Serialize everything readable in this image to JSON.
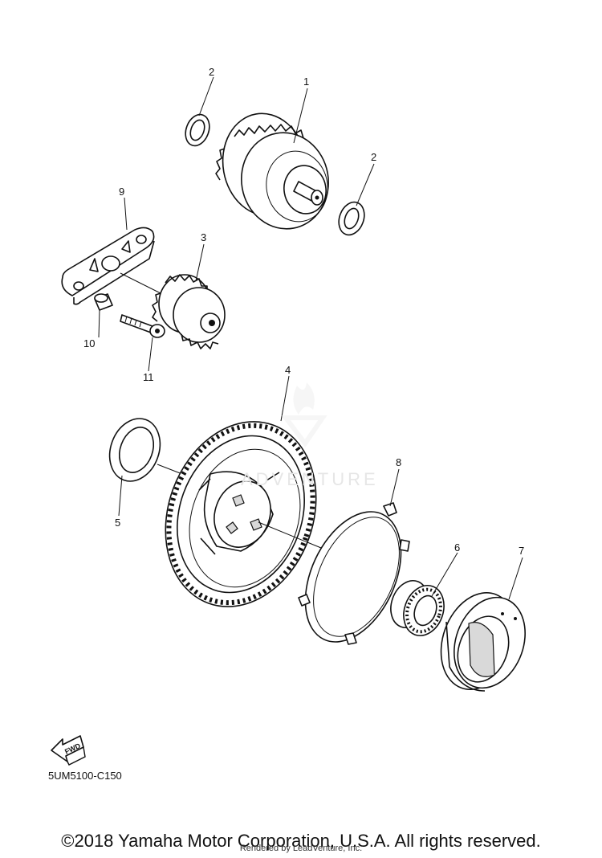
{
  "callouts": {
    "c1": "1",
    "c2a": "2",
    "c2b": "2",
    "c3": "3",
    "c4": "4",
    "c5": "5",
    "c6": "6",
    "c7": "7",
    "c8": "8",
    "c9": "9",
    "c10": "10",
    "c11": "11"
  },
  "fwd_label": "FWD",
  "part_code": "5UM5100-C150",
  "copyright": "©2018 Yamaha Motor Corporation, U.S.A. All rights reserved.",
  "render_credit": "Rendered by LeadVenture, Inc.",
  "watermark_text": "ADVENTURE",
  "colors": {
    "ink": "#111111",
    "shade": "#d9d9d9",
    "watermark": "#e6e6e6"
  }
}
